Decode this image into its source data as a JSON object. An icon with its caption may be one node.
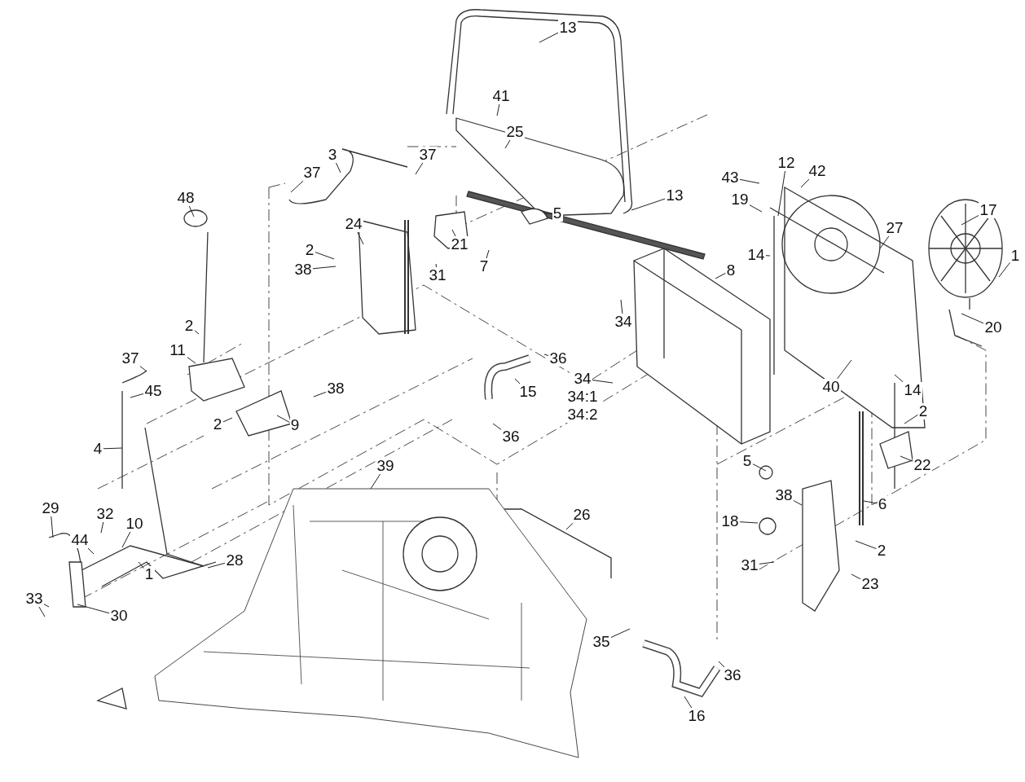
{
  "diagram": {
    "nodes": [
      {
        "text": [
          "13"
        ]
      },
      {
        "text": [
          "41"
        ]
      },
      {
        "text": [
          "37"
        ]
      },
      {
        "text": [
          "3"
        ]
      },
      {
        "text": [
          "37"
        ]
      },
      {
        "text": [
          "25"
        ]
      },
      {
        "text": [
          "13"
        ]
      },
      {
        "text": [
          "5"
        ]
      },
      {
        "text": [
          "24"
        ]
      },
      {
        "text": [
          "21"
        ]
      },
      {
        "text": [
          "7"
        ]
      },
      {
        "text": [
          "2"
        ]
      },
      {
        "text": [
          "38"
        ]
      },
      {
        "text": [
          "31"
        ]
      },
      {
        "text": [
          "48"
        ]
      },
      {
        "text": [
          "2"
        ]
      },
      {
        "text": [
          "11"
        ]
      },
      {
        "text": [
          "37"
        ]
      },
      {
        "text": [
          "45"
        ]
      },
      {
        "text": [
          "4"
        ]
      },
      {
        "text": [
          "38"
        ]
      },
      {
        "text": [
          "2"
        ]
      },
      {
        "text": [
          "9"
        ]
      },
      {
        "text": [
          "43"
        ]
      },
      {
        "text": [
          "12"
        ]
      },
      {
        "text": [
          "42"
        ]
      },
      {
        "text": [
          "19"
        ]
      },
      {
        "text": [
          "14"
        ]
      },
      {
        "text": [
          "27"
        ]
      },
      {
        "text": [
          "8"
        ]
      },
      {
        "text": [
          "17"
        ]
      },
      {
        "text": [
          "1"
        ]
      },
      {
        "text": [
          "20"
        ]
      },
      {
        "text": [
          "34"
        ]
      },
      {
        "text": [
          "36"
        ]
      },
      {
        "text": [
          "15"
        ]
      },
      {
        "text": [
          "34"
        ]
      },
      {
        "text": [
          "40"
        ]
      },
      {
        "text": [
          "14"
        ]
      },
      {
        "text": [
          "36"
        ]
      },
      {
        "text": [
          "2"
        ]
      },
      {
        "text": [
          "22"
        ]
      },
      {
        "text": [
          "5"
        ]
      },
      {
        "text": [
          "6"
        ]
      },
      {
        "text": [
          "38"
        ]
      },
      {
        "text": [
          "18"
        ]
      },
      {
        "text": [
          "31"
        ]
      },
      {
        "text": [
          "2"
        ]
      },
      {
        "text": [
          "23"
        ]
      },
      {
        "text": [
          "39"
        ]
      },
      {
        "text": [
          "26"
        ]
      },
      {
        "text": [
          "29"
        ]
      },
      {
        "text": [
          "32"
        ]
      },
      {
        "text": [
          "10"
        ]
      },
      {
        "text": [
          "44"
        ]
      },
      {
        "text": [
          "28"
        ]
      },
      {
        "text": [
          "1"
        ]
      },
      {
        "text": [
          "33"
        ]
      },
      {
        "text": [
          "30"
        ]
      },
      {
        "text": [
          "35"
        ]
      },
      {
        "text": [
          "36"
        ]
      },
      {
        "text": [
          "16"
        ]
      }
    ],
    "edges": [
      {
        "from": 0,
        "to": null,
        "arrow": "none"
      },
      {
        "from": 1,
        "to": null,
        "arrow": "none"
      },
      {
        "from": 2,
        "to": null,
        "arrow": "none"
      },
      {
        "from": 3,
        "to": null,
        "arrow": "none"
      },
      {
        "from": 4,
        "to": null,
        "arrow": "none"
      },
      {
        "from": 5,
        "to": null,
        "arrow": "none"
      },
      {
        "from": 6,
        "to": null,
        "arrow": "none"
      },
      {
        "from": 7,
        "to": null,
        "arrow": "none"
      },
      {
        "from": 8,
        "to": null,
        "arrow": "none"
      },
      {
        "from": 9,
        "to": null,
        "arrow": "none"
      },
      {
        "from": 10,
        "to": null,
        "arrow": "none"
      },
      {
        "from": 11,
        "to": null,
        "arrow": "none"
      },
      {
        "from": 12,
        "to": null,
        "arrow": "none"
      },
      {
        "from": 13,
        "to": null,
        "arrow": "none"
      },
      {
        "from": 14,
        "to": null,
        "arrow": "none"
      },
      {
        "from": 15,
        "to": null,
        "arrow": "none"
      },
      {
        "from": 16,
        "to": null,
        "arrow": "none"
      },
      {
        "from": 17,
        "to": null,
        "arrow": "none"
      },
      {
        "from": 18,
        "to": null,
        "arrow": "none"
      },
      {
        "from": 19,
        "to": null,
        "arrow": "none"
      },
      {
        "from": 20,
        "to": null,
        "arrow": "none"
      },
      {
        "from": 21,
        "to": null,
        "arrow": "none"
      },
      {
        "from": 22,
        "to": null,
        "arrow": "none"
      },
      {
        "from": 23,
        "to": null,
        "arrow": "none"
      },
      {
        "from": 24,
        "to": null,
        "arrow": "none"
      },
      {
        "from": 25,
        "to": null,
        "arrow": "none"
      },
      {
        "from": 26,
        "to": null,
        "arrow": "none"
      },
      {
        "from": 27,
        "to": null,
        "arrow": "none"
      },
      {
        "from": 28,
        "to": null,
        "arrow": "none"
      },
      {
        "from": 29,
        "to": null,
        "arrow": "none"
      },
      {
        "from": 30,
        "to": null,
        "arrow": "none"
      },
      {
        "from": 31,
        "to": null,
        "arrow": "none"
      },
      {
        "from": 32,
        "to": null,
        "arrow": "none"
      },
      {
        "from": 33,
        "to": null,
        "arrow": "none"
      },
      {
        "from": 34,
        "to": null,
        "arrow": "none"
      },
      {
        "from": 35,
        "to": null,
        "arrow": "none"
      },
      {
        "from": 36,
        "to": null,
        "arrow": "none"
      },
      {
        "from": 37,
        "to": null,
        "arrow": "none"
      },
      {
        "from": 38,
        "to": null,
        "arrow": "none"
      },
      {
        "from": 39,
        "to": null,
        "arrow": "none"
      },
      {
        "from": 40,
        "to": null,
        "arrow": "none"
      },
      {
        "from": 41,
        "to": null,
        "arrow": "none"
      },
      {
        "from": 42,
        "to": null,
        "arrow": "none"
      },
      {
        "from": 43,
        "to": null,
        "arrow": "none"
      },
      {
        "from": 44,
        "to": null,
        "arrow": "none"
      },
      {
        "from": 45,
        "to": null,
        "arrow": "none"
      },
      {
        "from": 46,
        "to": null,
        "arrow": "none"
      },
      {
        "from": 47,
        "to": null,
        "arrow": "none"
      },
      {
        "from": 48,
        "to": null,
        "arrow": "none"
      },
      {
        "from": 49,
        "to": null,
        "arrow": "none"
      },
      {
        "from": 50,
        "to": null,
        "arrow": "none"
      },
      {
        "from": 51,
        "to": null,
        "arrow": "none"
      },
      {
        "from": 52,
        "to": null,
        "arrow": "none"
      },
      {
        "from": 53,
        "to": null,
        "arrow": "none"
      },
      {
        "from": 54,
        "to": null,
        "arrow": "none"
      },
      {
        "from": 55,
        "to": null,
        "arrow": "none"
      },
      {
        "from": 56,
        "to": null,
        "arrow": "none"
      },
      {
        "from": 57,
        "to": null,
        "arrow": "none"
      },
      {
        "from": 57,
        "to": null,
        "arrow": "none"
      },
      {
        "from": 58,
        "to": null,
        "arrow": "none"
      },
      {
        "from": 59,
        "to": null,
        "arrow": "none"
      },
      {
        "from": 60,
        "to": null,
        "arrow": "none"
      },
      {
        "from": 61,
        "to": null,
        "arrow": "none"
      }
    ],
    "labels": [
      "34:1",
      "34:2"
    ]
  }
}
